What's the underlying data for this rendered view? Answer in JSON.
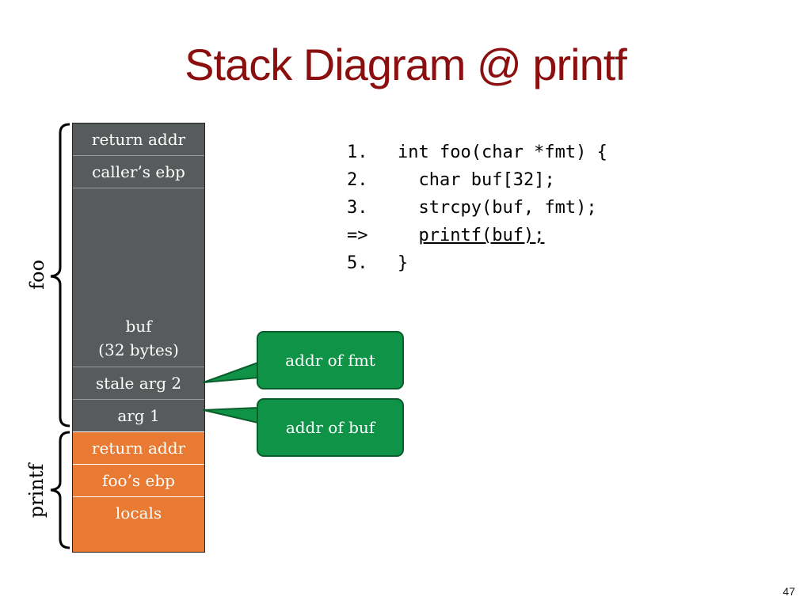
{
  "slide": {
    "title": "Stack Diagram @ printf",
    "page_number": "47"
  },
  "stack": {
    "cells": [
      {
        "label": "return addr",
        "color": "#575b5c"
      },
      {
        "label": "caller’s ebp",
        "color": "#575b5c"
      },
      {
        "label_line1": "buf",
        "label_line2": "(32 bytes)",
        "color": "#575b5c"
      },
      {
        "label": "stale arg 2",
        "color": "#575b5c"
      },
      {
        "label": "arg 1",
        "color": "#575b5c"
      },
      {
        "label": "return addr",
        "color": "#e87a33"
      },
      {
        "label": "foo’s ebp",
        "color": "#e87a33"
      },
      {
        "label": "locals",
        "color": "#e87a33"
      }
    ]
  },
  "frames": {
    "foo": "foo",
    "printf": "printf"
  },
  "code": [
    {
      "num": "1.",
      "text": "int foo(char *fmt) {"
    },
    {
      "num": "2.",
      "indent": "  ",
      "text": "char buf[32];"
    },
    {
      "num": "3.",
      "indent": "  ",
      "text": "strcpy(buf, fmt);"
    },
    {
      "num": "=>",
      "indent": "  ",
      "text": "printf(buf);",
      "current": true
    },
    {
      "num": "5.",
      "text": "}"
    }
  ],
  "callouts": {
    "fmt": "addr of fmt",
    "buf": "addr of buf"
  },
  "colors": {
    "title": "#8b0f0f",
    "stack_dark": "#575b5c",
    "stack_orange": "#e87a33",
    "callout_green": "#0f9347"
  }
}
